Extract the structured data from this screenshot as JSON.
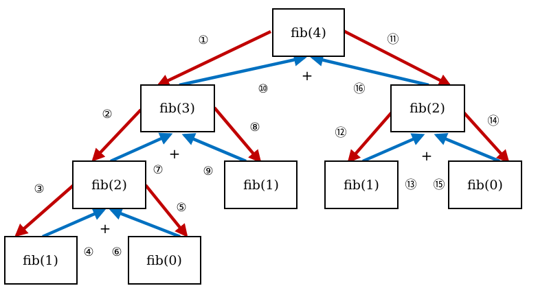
{
  "colors": {
    "call_arrow": "#c00000",
    "return_arrow": "#0070c0",
    "node_border": "#000000"
  },
  "nodes": [
    {
      "id": "n4",
      "label": "fib(4)"
    },
    {
      "id": "n3",
      "label": "fib(3)"
    },
    {
      "id": "n2b",
      "label": "fib(2)"
    },
    {
      "id": "n2a",
      "label": "fib(2)"
    },
    {
      "id": "n1a",
      "label": "fib(1)"
    },
    {
      "id": "n1b",
      "label": "fib(1)"
    },
    {
      "id": "n0a",
      "label": "fib(0)"
    },
    {
      "id": "n1c",
      "label": "fib(1)"
    },
    {
      "id": "n0b",
      "label": "fib(0)"
    }
  ],
  "edges": [
    {
      "from": "n4",
      "to": "n3",
      "kind": "call",
      "step": "①"
    },
    {
      "from": "n3",
      "to": "n2a",
      "kind": "call",
      "step": "②"
    },
    {
      "from": "n2a",
      "to": "n1a",
      "kind": "call",
      "step": "③"
    },
    {
      "from": "n1a",
      "to": "n2a",
      "kind": "return",
      "step": "④"
    },
    {
      "from": "n2a",
      "to": "n0a",
      "kind": "call",
      "step": "⑤"
    },
    {
      "from": "n0a",
      "to": "n2a",
      "kind": "return",
      "step": "⑥"
    },
    {
      "from": "n2a",
      "to": "n3",
      "kind": "return",
      "step": "⑦"
    },
    {
      "from": "n3",
      "to": "n1b",
      "kind": "call",
      "step": "⑧"
    },
    {
      "from": "n1b",
      "to": "n3",
      "kind": "return",
      "step": "⑨"
    },
    {
      "from": "n3",
      "to": "n4",
      "kind": "return",
      "step": "⑩"
    },
    {
      "from": "n4",
      "to": "n2b",
      "kind": "call",
      "step": "⑪"
    },
    {
      "from": "n2b",
      "to": "n1c",
      "kind": "call",
      "step": "⑫"
    },
    {
      "from": "n1c",
      "to": "n2b",
      "kind": "return",
      "step": "⑬"
    },
    {
      "from": "n2b",
      "to": "n0b",
      "kind": "call",
      "step": "⑭"
    },
    {
      "from": "n0b",
      "to": "n2b",
      "kind": "return",
      "step": "⑮"
    },
    {
      "from": "n2b",
      "to": "n4",
      "kind": "return",
      "step": "⑯"
    }
  ],
  "plus_signs": [
    "+",
    "+",
    "+",
    "+"
  ]
}
